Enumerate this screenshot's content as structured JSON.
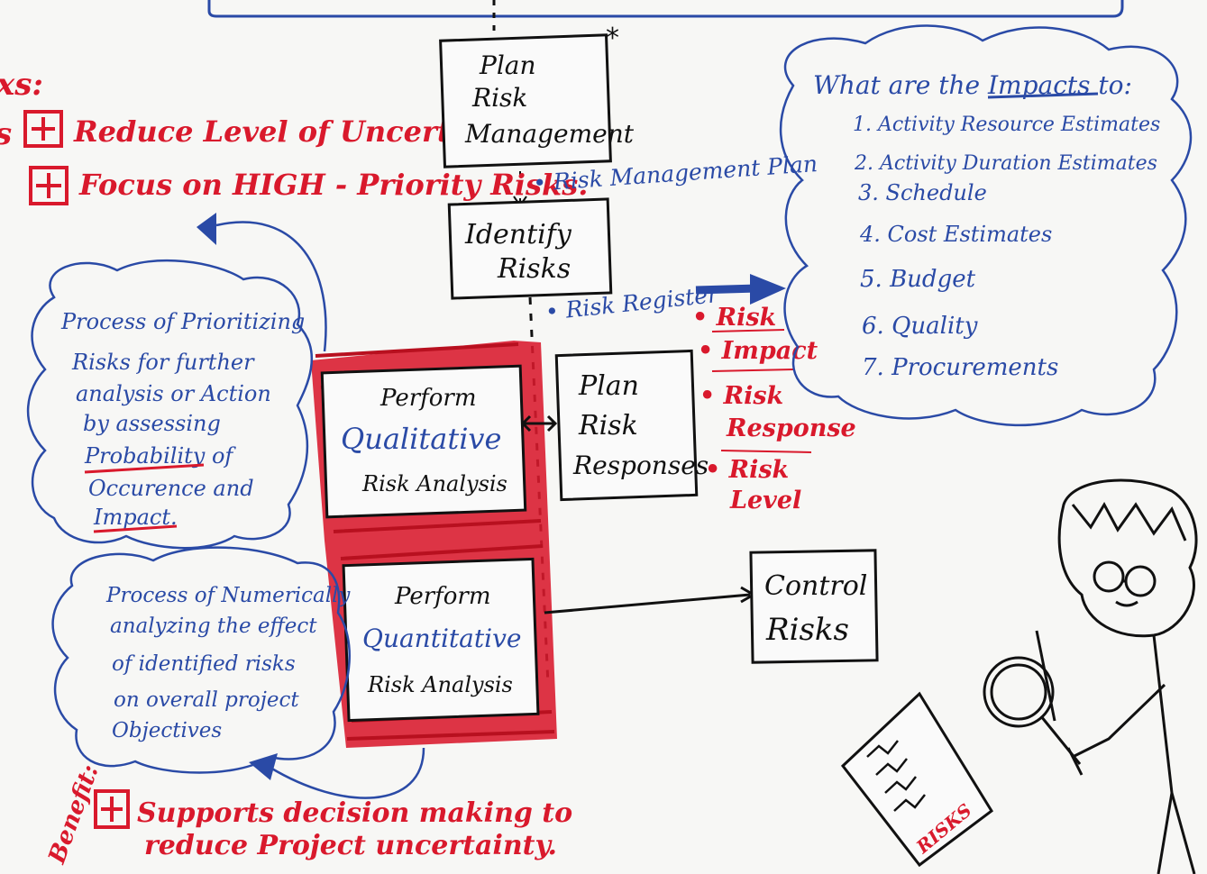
{
  "top_left": {
    "heading_fragment": "xs:",
    "side_fragment": "s",
    "benefits": [
      "Reduce Level of Uncertainty.",
      "Focus on HIGH - Priority Risks."
    ]
  },
  "boxes": {
    "plan_risk_management": [
      "Plan",
      "Risk",
      "Management"
    ],
    "plan_risk_management_mark": "*",
    "identify_risks": [
      "Identify",
      "Risks"
    ],
    "perform_qualitative": [
      "Perform",
      "Qualitative",
      "Risk Analysis"
    ],
    "perform_quantitative": [
      "Perform",
      "Quantitative",
      "Risk Analysis"
    ],
    "plan_risk_responses": [
      "Plan",
      "Risk",
      "Responses"
    ],
    "control_risks": [
      "Control",
      "Risks"
    ]
  },
  "flow_labels": {
    "risk_management_plan": "• Risk Management Plan",
    "risk_register": "• Risk Register"
  },
  "register_items": [
    [
      "• Risk"
    ],
    [
      "• Impact"
    ],
    [
      "• Risk",
      "Response"
    ],
    [
      "• Risk",
      "Level"
    ]
  ],
  "impacts": {
    "title": "What are the Impacts to:",
    "items": [
      "1. Activity Resource Estimates",
      "2. Activity Duration Estimates",
      "3. Schedule",
      "4. Cost Estimates",
      "5. Budget",
      "6. Quality",
      "7. Procurements"
    ]
  },
  "qualitative_def": [
    "Process of Prioritizing",
    "Risks for further",
    "analysis or Action",
    "by assessing",
    "Probability of",
    "Occurence and",
    "Impact."
  ],
  "quantitative_def": [
    "Process of Numerically",
    "analyzing the effect",
    "of identified risks",
    "on overall project",
    "Objectives"
  ],
  "bottom": {
    "benefit_label": "Benefit:",
    "benefit_lines": [
      "Supports decision making to",
      "reduce Project uncertainty."
    ]
  },
  "paper_label": "RISKS",
  "colors": {
    "red": "#d9192c",
    "blue": "#2a4aa6",
    "black": "#111111",
    "board": "#f7f7f5"
  }
}
